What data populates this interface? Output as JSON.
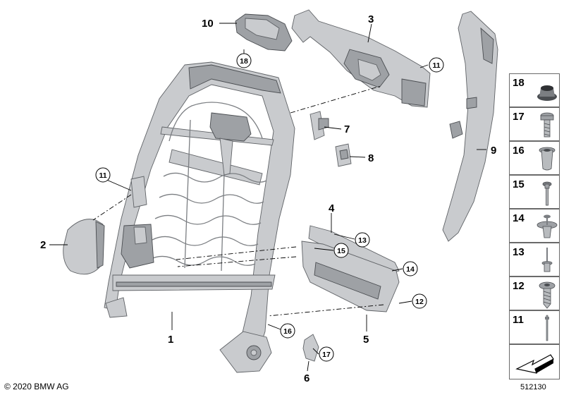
{
  "footer": {
    "copyright": "© 2020 BMW AG",
    "doc_id": "512130"
  },
  "callouts": {
    "c1": "1",
    "c2": "2",
    "c3": "3",
    "c4": "4",
    "c5": "5",
    "c6": "6",
    "c7": "7",
    "c8": "8",
    "c9": "9",
    "c10": "10"
  },
  "circled": {
    "k18": "18",
    "k11a": "11",
    "k11b": "11",
    "k13": "13",
    "k14": "14",
    "k15": "15",
    "k12": "12",
    "k16": "16",
    "k17": "17"
  },
  "legend": {
    "items": [
      {
        "num": "18",
        "icon": "grommet-icon"
      },
      {
        "num": "17",
        "icon": "torx-screw-icon"
      },
      {
        "num": "16",
        "icon": "insert-nut-icon"
      },
      {
        "num": "15",
        "icon": "pin-icon"
      },
      {
        "num": "14",
        "icon": "expanding-rivet-icon"
      },
      {
        "num": "13",
        "icon": "blind-rivet-icon"
      },
      {
        "num": "12",
        "icon": "collar-screw-icon"
      },
      {
        "num": "11",
        "icon": "cable-tie-icon"
      }
    ],
    "bottom_icon": "direction-arrow-icon"
  }
}
